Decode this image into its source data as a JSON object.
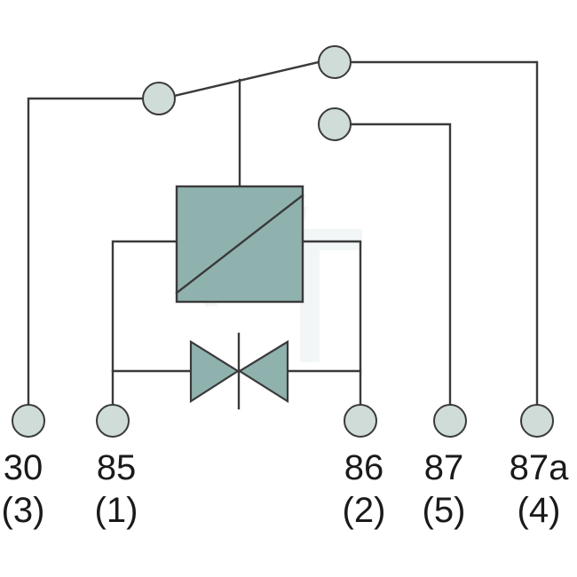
{
  "terminals": [
    {
      "id": "30",
      "number": "30",
      "pin": "(3)"
    },
    {
      "id": "85",
      "number": "85",
      "pin": "(1)"
    },
    {
      "id": "86",
      "number": "86",
      "pin": "(2)"
    },
    {
      "id": "87",
      "number": "87",
      "pin": "(5)"
    },
    {
      "id": "87a",
      "number": "87a",
      "pin": "(4)"
    }
  ],
  "colors": {
    "wire": "#3a3a3a",
    "terminal_fill": "#cfdcd8",
    "coil_fill": "#8fb2ae",
    "text": "#1a1a1a"
  }
}
